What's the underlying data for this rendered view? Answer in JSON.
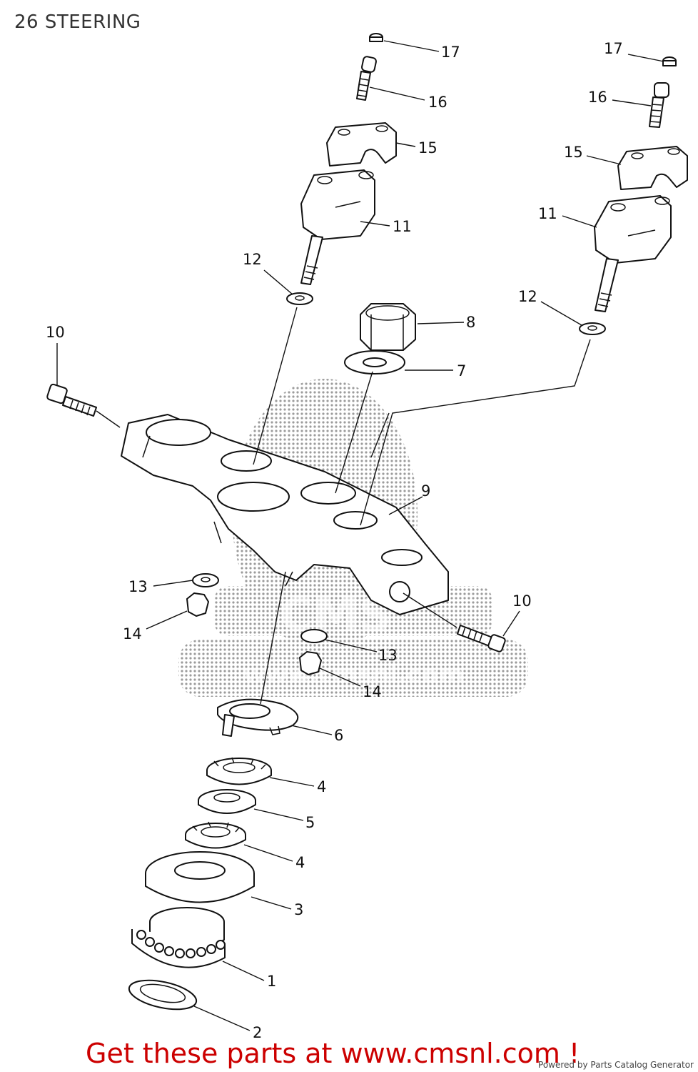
{
  "header": {
    "title": "26 STEERING"
  },
  "watermark": {
    "text_top": "CMS",
    "text_bottom": "www.cmsnl.com",
    "color": "#888888"
  },
  "callouts": {
    "c17_left": "17",
    "c16_left": "16",
    "c15_left": "15",
    "c11_left": "11",
    "c12_left": "12",
    "c17_right": "17",
    "c16_right": "16",
    "c15_right": "15",
    "c11_right": "11",
    "c12_right": "12",
    "c10_left": "10",
    "c10_right": "10",
    "c8": "8",
    "c7": "7",
    "c9": "9",
    "c13_left": "13",
    "c14_left": "14",
    "c13_right": "13",
    "c14_right": "14",
    "c6": "6",
    "c4_top": "4",
    "c5": "5",
    "c4_bottom": "4",
    "c3": "3",
    "c1": "1",
    "c2": "2"
  },
  "footer": {
    "promo": "Get these parts at www.cmsnl.com !",
    "promo_color": "#cc0000",
    "powered": "Powered by Parts Catalog Generator"
  }
}
